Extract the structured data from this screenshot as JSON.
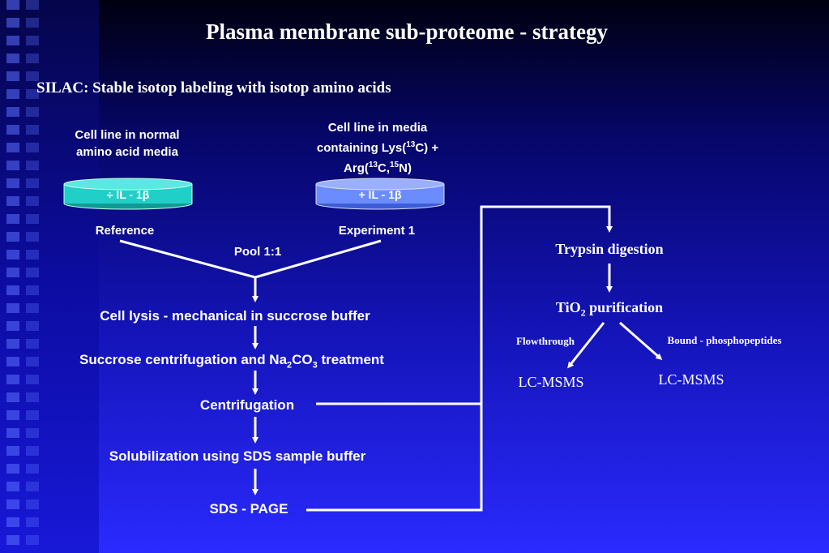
{
  "title": "Plasma membrane sub-proteome - strategy",
  "silac": {
    "prefix": "SILAC:",
    "text": " Stable isotop labeling with isotop amino acids"
  },
  "left_cell": {
    "line1": "Cell line in normal",
    "line2": "amino acid media",
    "cylinder_label": "÷ IL - 1β",
    "caption": "Reference"
  },
  "right_cell": {
    "line1": "Cell line in media",
    "line2a": "containing Lys(",
    "sup13a": "13",
    "line2b": "C) +",
    "line3a": "Arg(",
    "sup13b": "13",
    "line3b": "C,",
    "sup15": "15",
    "line3c": "N)",
    "cylinder_label": "+ IL - 1β",
    "caption": "Experiment 1"
  },
  "pool": "Pool 1:1",
  "steps": {
    "lysis": "Cell lysis - mechanical in succrose buffer",
    "succrose_a": "Succrose centrifugation and Na",
    "succrose_sub2": "2",
    "succrose_b": "CO",
    "succrose_sub3": "3",
    "succrose_c": " treatment",
    "centrifugation": "Centrifugation",
    "solubilization": "Solubilization using SDS sample buffer",
    "sds_page": "SDS - PAGE"
  },
  "right_flow": {
    "trypsin": "Trypsin digestion",
    "tio2_a": "TiO",
    "tio2_sub": "2",
    "tio2_b": " purification",
    "flowthrough": "Flowthrough",
    "bound": "Bound - phosphopeptides",
    "lcmsms_left": "LC-MSMS",
    "lcmsms_right": "LC-MSMS"
  },
  "colors": {
    "cyl_left": "#20d0c8",
    "cyl_right": "#6a8cff",
    "line": "#ffffff"
  }
}
